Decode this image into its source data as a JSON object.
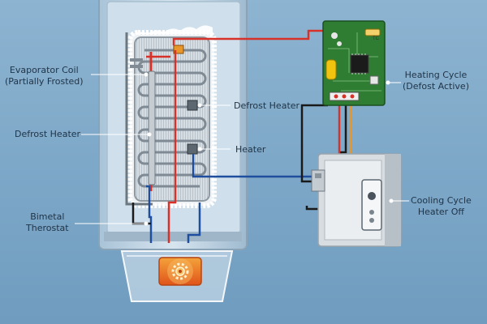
{
  "diagram": {
    "labels": {
      "evaporator_line1": "Evaporator Coil",
      "evaporator_line2": "(Partially Frosted)",
      "defrost_heater_left": "Defrost Heater",
      "bimetal_line1": "Bimetal",
      "bimetal_line2": "Therostat",
      "defrost_heater_center": "Defrost Heater",
      "heater_center": "Heater",
      "heating_cycle_line1": "Heating Cycle",
      "heating_cycle_line2": "(Defost Active)",
      "cooling_cycle_line1": "Cooling Cycle",
      "cooling_cycle_line2": "Heater Off"
    },
    "board_marking": "TC",
    "colors": {
      "background": "#7fa9c9",
      "cabinet": "#c9dbe8",
      "coil": "#9aa3ab",
      "frost": "#e9eef2",
      "pcb": "#2e7d32",
      "wire_red": "#d7322a",
      "wire_blue": "#1f4e9e",
      "wire_orange": "#e8962a",
      "wire_black": "#1a1a1a",
      "heater_glow": "#e8641e"
    },
    "icons": [
      "gear-icon",
      "chip-icon",
      "fuse-icon"
    ]
  }
}
